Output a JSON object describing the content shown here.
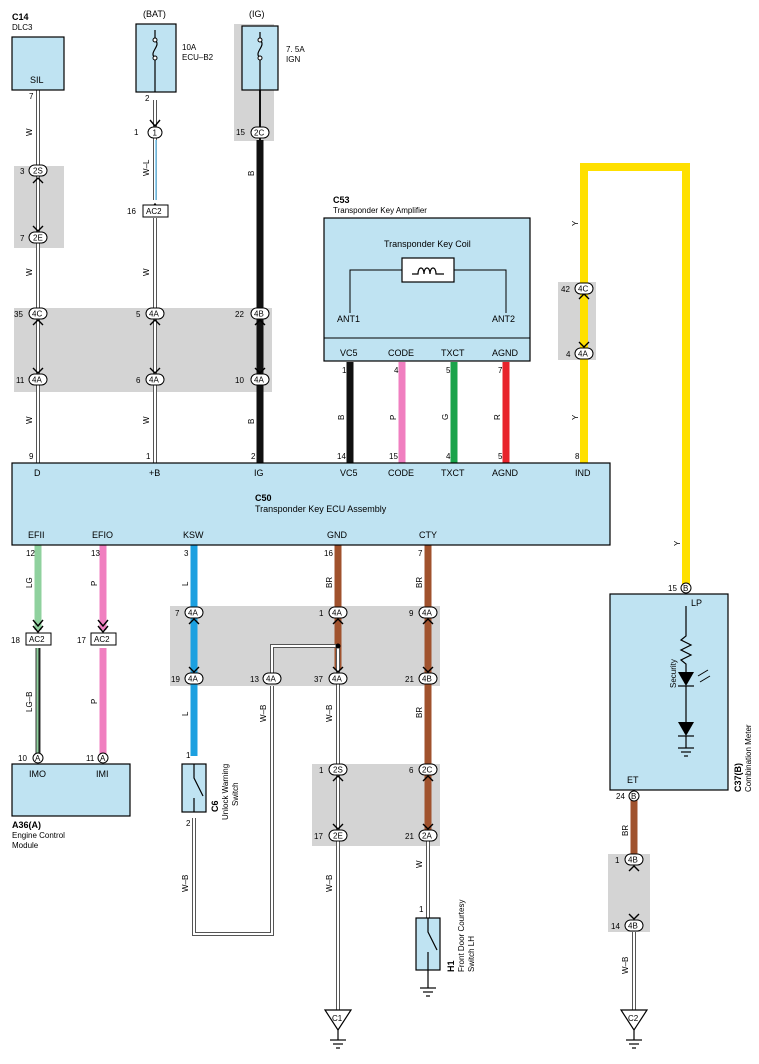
{
  "components": {
    "c14": {
      "id": "C14",
      "name": "DLC3",
      "pin_label": "SIL"
    },
    "bat": {
      "header": "(BAT)",
      "rating": "10A",
      "name": "ECU–B2"
    },
    "ig": {
      "header": "(IG)",
      "rating": "7. 5A",
      "name": "IGN"
    },
    "c53": {
      "id": "C53",
      "name": "Transponder Key Amplifier",
      "coil": "Transponder Key Coil",
      "ant1": "ANT1",
      "ant2": "ANT2",
      "pins": [
        "VC5",
        "CODE",
        "TXCT",
        "AGND"
      ]
    },
    "c50": {
      "id": "C50",
      "name": "Transponder Key ECU Assembly",
      "top_pins": [
        "D",
        "+B",
        "IG",
        "VC5",
        "CODE",
        "TXCT",
        "AGND",
        "IND"
      ],
      "bottom_pins": [
        "EFII",
        "EFIO",
        "KSW",
        "GND",
        "CTY"
      ]
    },
    "a36": {
      "id": "A36(A)",
      "name_line1": "Engine Control",
      "name_line2": "Module",
      "pins": [
        "IMO",
        "IMI"
      ]
    },
    "c6": {
      "id": "C6",
      "name_line1": "Unlock Warning",
      "name_line2": "Switch"
    },
    "h1": {
      "id": "H1",
      "name_line1": "Front Door Courtesy",
      "name_line2": "Switch LH"
    },
    "c37": {
      "id": "C37(B)",
      "name": "Combination Meter",
      "lp": "LP",
      "et": "ET",
      "security": "Security"
    },
    "grounds": [
      "C1",
      "C2"
    ]
  },
  "pin_numbers": {
    "c14_sil": "7",
    "bat_out": "2",
    "j1": "1",
    "ac2_16": "16",
    "ac2": "AC2",
    "ig_2c": "15",
    "c2s_top": "3",
    "c2e": "7",
    "j4c_left": "35",
    "j4a_5": "5",
    "j4b_22": "22",
    "j4a_11": "11",
    "j4a_6": "6",
    "j4a_10": "10",
    "d": "9",
    "plusb": "1",
    "ig": "2",
    "c53_vc5": "1",
    "c53_code": "4",
    "c53_txct": "5",
    "c53_agnd": "7",
    "c50_vc5": "14",
    "c50_code": "15",
    "c50_txct": "4",
    "c50_agnd": "5",
    "ind_42": "42",
    "ind_4": "4",
    "ind": "8",
    "efii": "12",
    "efio": "13",
    "ksw": "3",
    "gnd": "16",
    "cty": "7",
    "ac2_18": "18",
    "ac2_17": "17",
    "ksw_7": "7",
    "gnd_1": "1",
    "cty_9": "9",
    "ksw_19": "19",
    "j13": "13",
    "gnd_37": "37",
    "cty_21": "21",
    "a36_imo": "10",
    "a36_imi": "11",
    "c6_1": "1",
    "c6_2": "2",
    "gnd_2s": "1",
    "cty_2c": "6",
    "gnd_2e": "17",
    "cty_2a": "21",
    "h1_1": "1",
    "c37_lp": "15",
    "c37_et": "24",
    "et_4b_top": "1",
    "et_4b_bot": "14"
  },
  "connector_codes": {
    "c4c": "4C",
    "c4a": "4A",
    "c4b": "4B",
    "c2s": "2S",
    "c2e": "2E",
    "c2c": "2C",
    "c2a": "2A",
    "c1": "1",
    "ca": "A",
    "cb": "B"
  },
  "wire_colors": {
    "w": "W",
    "wl": "W–L",
    "b": "B",
    "p": "P",
    "g": "G",
    "r": "R",
    "y": "Y",
    "lg": "LG",
    "lgb": "LG–B",
    "l": "L",
    "br": "BR",
    "wb": "W–B"
  },
  "colors": {
    "component_fill": "#bfe3f2",
    "junction_fill": "#d4d4d4",
    "black": "#111111",
    "pink": "#f07fc0",
    "green": "#1aa34a",
    "red": "#e8232b",
    "yellow": "#ffe000",
    "lightgreen": "#8fd19e",
    "blue": "#1ca0e0",
    "brown": "#a0522d"
  }
}
